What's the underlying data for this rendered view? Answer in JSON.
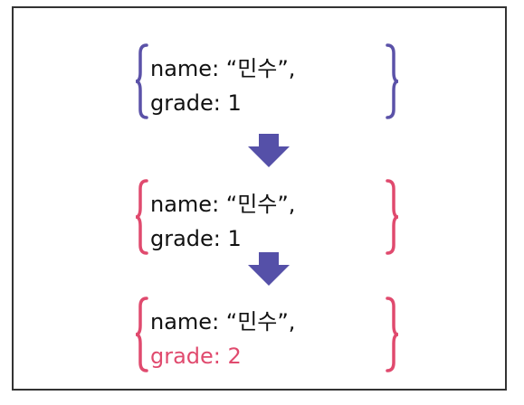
{
  "colors": {
    "brace_first": "#5b52a8",
    "brace_others": "#e04a6e",
    "arrow": "#5550a8",
    "text": "#111111",
    "highlight": "#e04a6e"
  },
  "blocks": [
    {
      "line1": "name: “민수”,",
      "line2": "grade: 1",
      "highlight_line2": false
    },
    {
      "line1": "name: “민수”,",
      "line2": "grade: 1",
      "highlight_line2": false
    },
    {
      "line1": "name: “민수”,",
      "line2": "grade: 2",
      "highlight_line2": true
    }
  ]
}
